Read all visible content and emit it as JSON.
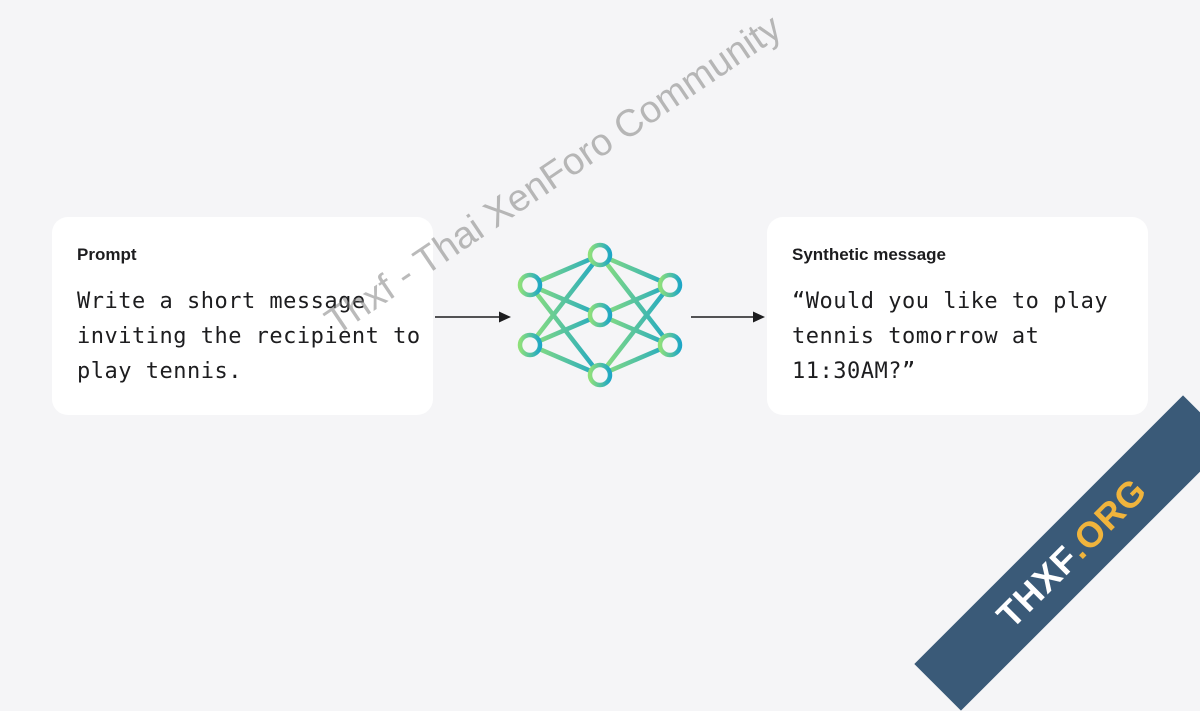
{
  "prompt": {
    "label": "Prompt",
    "text": "Write a short message inviting the recipient to play tennis."
  },
  "output": {
    "label": "Synthetic message",
    "text": "“Would you like to play tennis tomorrow at 11:30AM?”"
  },
  "network_icon": "neural-network-icon",
  "colors": {
    "background": "#f5f5f7",
    "gradient_start": "#8ee07a",
    "gradient_end": "#1fa7c6",
    "arrow": "#1d1d1f"
  },
  "watermark": "Thxf - Thai XenForo Community",
  "badge": {
    "main": "THXF",
    "accent": ".ORG"
  }
}
